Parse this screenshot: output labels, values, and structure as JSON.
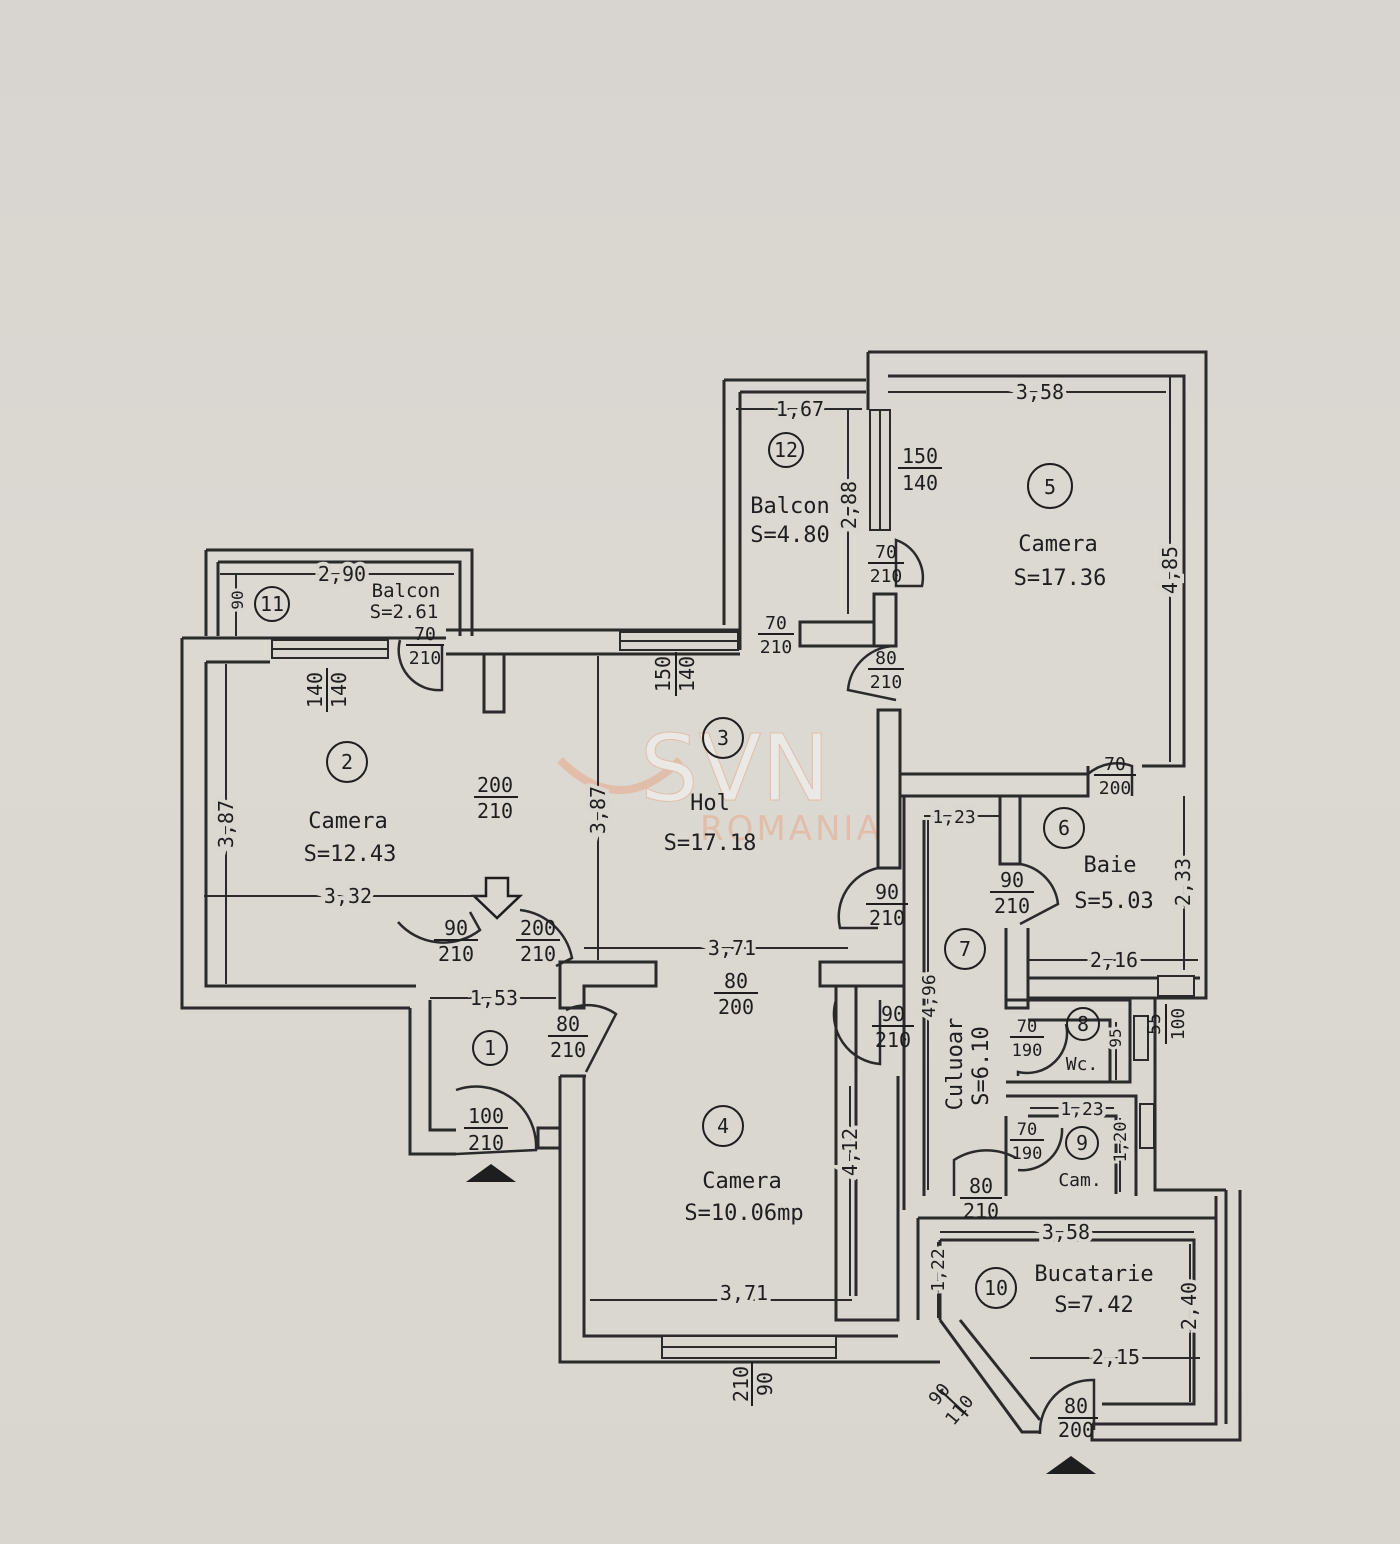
{
  "watermark": {
    "brand": "SVN",
    "sub": "ROMANIA",
    "color": "#e8a07a"
  },
  "rooms": [
    {
      "num": "1"
    },
    {
      "num": "2",
      "name": "Camera",
      "area": "S=12.43"
    },
    {
      "num": "3",
      "name": "Hol",
      "area": "S=17.18"
    },
    {
      "num": "4",
      "name": "Camera",
      "area": "S=10.06mp"
    },
    {
      "num": "5",
      "name": "Camera",
      "area": "S=17.36"
    },
    {
      "num": "6",
      "name": "Baie",
      "area": "S=5.03"
    },
    {
      "num": "7",
      "name": "Culuoar",
      "area": "S=6.10"
    },
    {
      "num": "8",
      "name": "Wc."
    },
    {
      "num": "9",
      "name": "Cam."
    },
    {
      "num": "10",
      "name": "Bucatarie",
      "area": "S=7.42"
    },
    {
      "num": "11",
      "name": "Balcon",
      "area": "S=2.61"
    },
    {
      "num": "12",
      "name": "Balcon",
      "area": "S=4.80"
    }
  ],
  "dims": {
    "d358a": "3,58",
    "d167": "1,67",
    "d288": "2,88",
    "d485": "4,85",
    "d290": "2,90",
    "d90": "90",
    "d387a": "3,87",
    "d387b": "3,87",
    "d332": "3,32",
    "d371a": "3,71",
    "d153": "1,53",
    "d123a": "1,23",
    "d233": "2,33",
    "d216": "2,16",
    "d496": "4,96",
    "d95": "95",
    "d123b": "1,23",
    "d120": "1,20",
    "d412": "4,12",
    "d371b": "3,71",
    "d358b": "3,58",
    "d122": "1,22",
    "d240": "2,40",
    "d215": "2,15"
  },
  "openings": {
    "o1": [
      "150",
      "140"
    ],
    "o2": [
      "70",
      "210"
    ],
    "o3": [
      "70",
      "210"
    ],
    "o4": [
      "80",
      "210"
    ],
    "o5": [
      "70",
      "210"
    ],
    "o6": [
      "140",
      "140"
    ],
    "o7": [
      "150",
      "140"
    ],
    "o8": [
      "70",
      "200"
    ],
    "o9": [
      "200",
      "210"
    ],
    "o10": [
      "90",
      "210"
    ],
    "o11": [
      "90",
      "210"
    ],
    "o12": [
      "200",
      "210"
    ],
    "o13": [
      "80",
      "200"
    ],
    "o14": [
      "90",
      "210"
    ],
    "o15": [
      "90",
      "210"
    ],
    "o16": [
      "55",
      "100"
    ],
    "o17": [
      "80",
      "210"
    ],
    "o18": [
      "70",
      "190"
    ],
    "o19": [
      "100",
      "210"
    ],
    "o20": [
      "70",
      "190"
    ],
    "o21": [
      "80",
      "210"
    ],
    "o22": [
      "210",
      "90"
    ],
    "o23": [
      "90",
      "110"
    ],
    "o24": [
      "80",
      "200"
    ]
  }
}
